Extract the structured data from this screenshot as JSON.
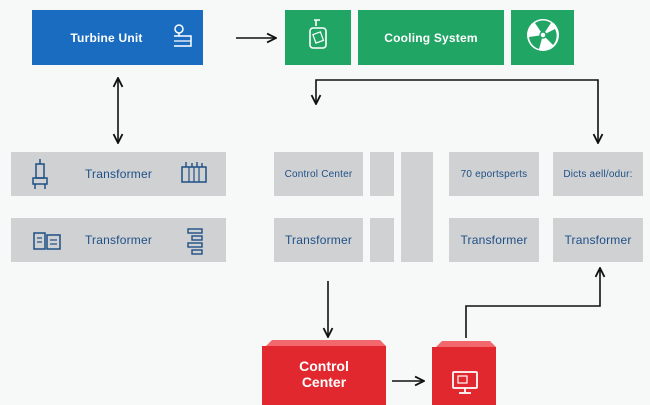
{
  "nodes": {
    "turbine_unit": "Turbine Unit",
    "cooling_system": "Cooling System",
    "transformer_left_1": "Transformer",
    "transformer_left_2": "Transformer",
    "control_center_gray": "Control Center",
    "transformer_mid": "Transformer",
    "eportsperts": "70 eportsperts",
    "transformer_right_1": "Transformer",
    "dicts": "Dicts aell/odur:",
    "transformer_right_2": "Transformer",
    "control_center_red": "Control\nCenter"
  },
  "icons": {
    "turbine": "wrench-pipe-icon",
    "cooling_left": "bottle-icon",
    "cooling_right": "fan-icon",
    "transformer_1_left": "transformer-device-icon",
    "transformer_1_right": "transformer-coil-icon",
    "transformer_2_left": "panel-icon",
    "transformer_2_right": "stack-icon",
    "monitor": "monitor-icon"
  },
  "colors": {
    "blue": "#1a6cc0",
    "green": "#21a565",
    "gray": "#cfd1d3",
    "red": "#e2282f",
    "arrow": "#111111"
  }
}
